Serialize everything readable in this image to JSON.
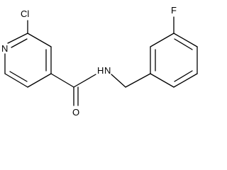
{
  "molecule": {
    "atoms": {
      "chlorine": "Cl",
      "ring_nitrogen": "N",
      "amide_nitrogen": "N",
      "amide_hydrogen": "H",
      "carbonyl_oxygen": "O",
      "fluorine": "F"
    },
    "colors": {
      "ink": "#000000",
      "background": "#ffffff"
    }
  }
}
